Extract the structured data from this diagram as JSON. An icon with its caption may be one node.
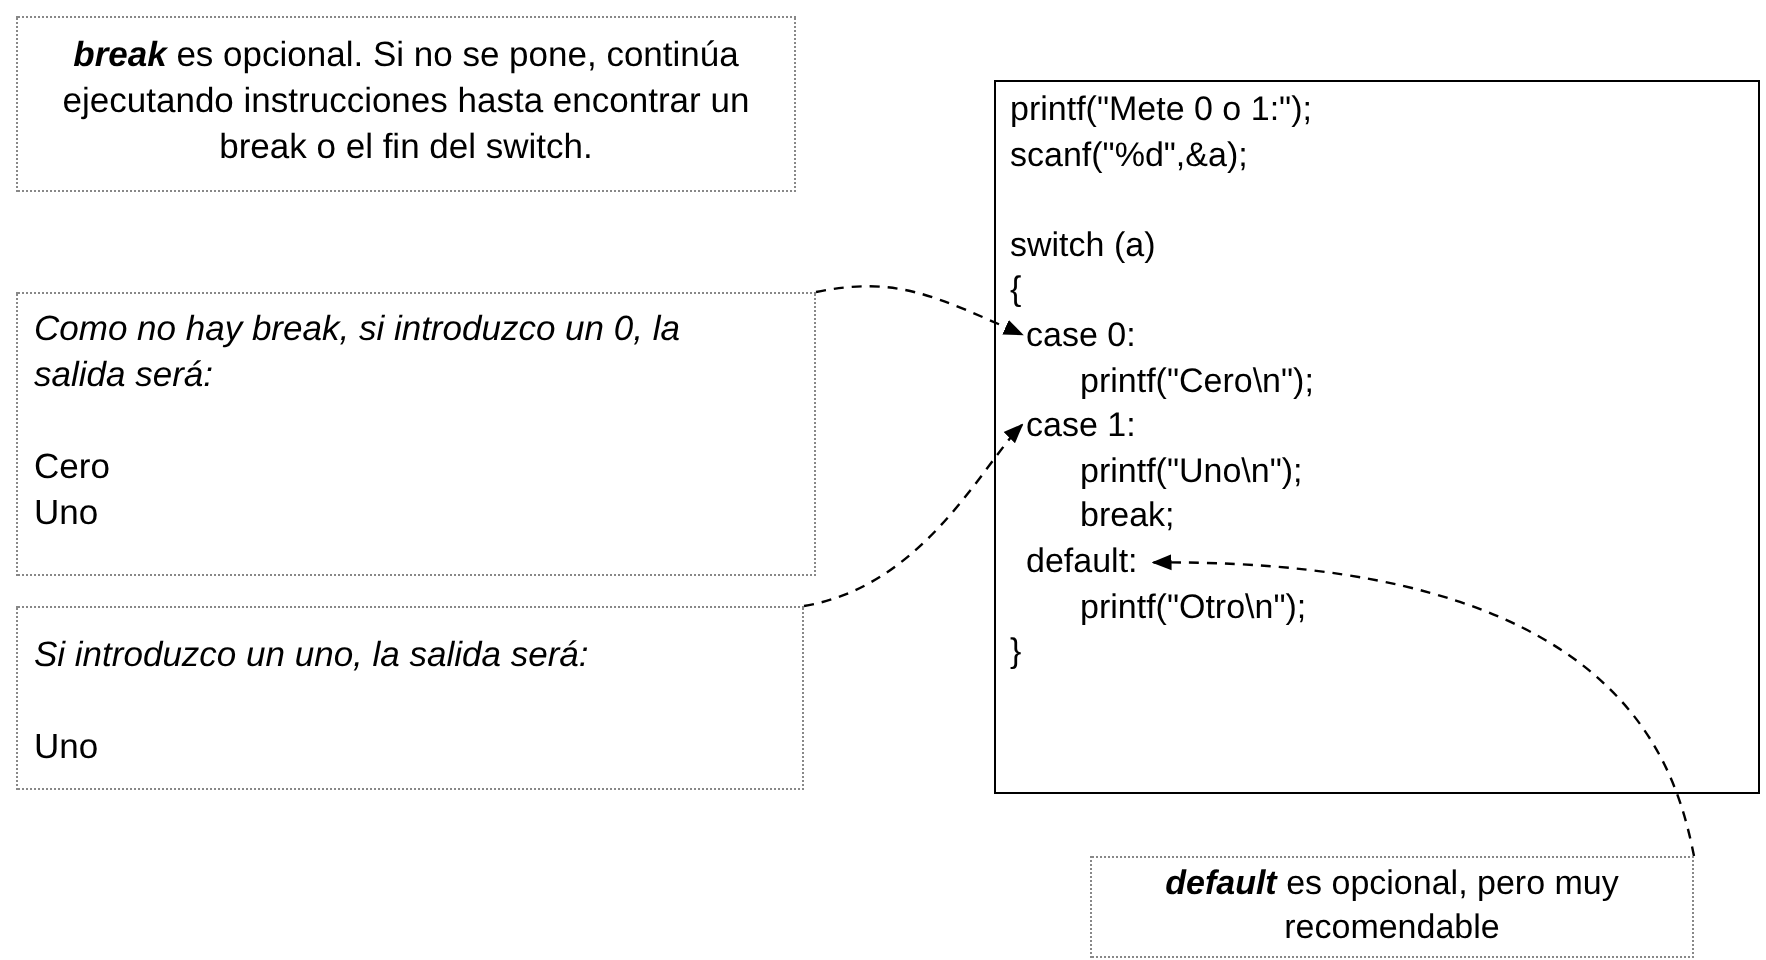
{
  "diagram": {
    "nodes": [
      {
        "text": [
          "**break** es opcional. Si no se pone, continúa ejecutando instrucciones hasta encontrar un break o el fin del switch."
        ]
      },
      {
        "text": [
          "printf(\"Mete 0 o 1:\");",
          "scanf(\"%d\",&a);",
          "switch (a)",
          "{",
          "printf(\"Cero\\n\");",
          "printf(\"Uno\\n\");",
          "break;",
          "printf(\"Otro\\n\");",
          "}"
        ]
      },
      {
        "text": [
          "case 0:"
        ],
        "in": 1
      },
      {
        "text": [
          "case 1:"
        ],
        "in": 1
      },
      {
        "text": [
          "default:"
        ],
        "in": 1
      },
      {
        "text": [
          "Como no hay break, si introduzco un 0, la salida será:",
          "Cero",
          "Uno"
        ]
      },
      {
        "text": [
          "Si introduzco un uno, la salida será:",
          "Uno"
        ]
      },
      {
        "text": [
          "**default** es opcional, pero muy recomendable"
        ]
      }
    ],
    "edges": [
      {
        "from": 5,
        "to": 2,
        "arrow": "to",
        "style": "dashed"
      },
      {
        "from": 6,
        "to": 3,
        "arrow": "to",
        "style": "dashed"
      },
      {
        "from": 7,
        "to": 4,
        "arrow": "to",
        "style": "dashed"
      }
    ]
  }
}
